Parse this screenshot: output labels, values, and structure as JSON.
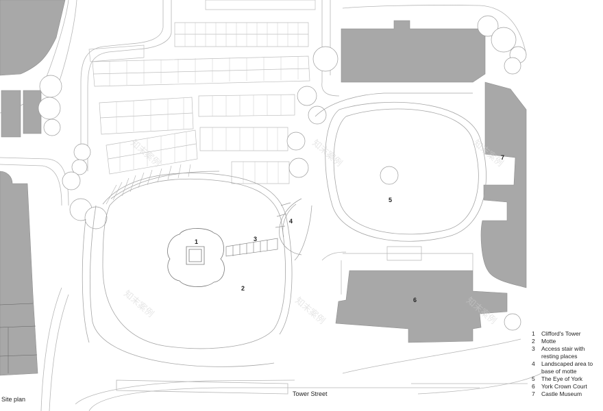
{
  "title": "Site plan",
  "street": "Tower Street",
  "colors": {
    "building": "#a8a8a8",
    "line": "#9a9a9a",
    "paper": "#ffffff",
    "ink": "#222222"
  },
  "markers": [
    "1",
    "2",
    "3",
    "4",
    "5",
    "6",
    "7"
  ],
  "legend": [
    {
      "num": "1",
      "label": "Clifford's Tower"
    },
    {
      "num": "2",
      "label": "Motte"
    },
    {
      "num": "3",
      "label": "Access stair with resting places"
    },
    {
      "num": "4",
      "label": "Landscaped area to base of motte"
    },
    {
      "num": "5",
      "label": "The Eye of York"
    },
    {
      "num": "6",
      "label": "York Crown Court"
    },
    {
      "num": "7",
      "label": "Castle Museum"
    }
  ],
  "watermark": "知末案例"
}
